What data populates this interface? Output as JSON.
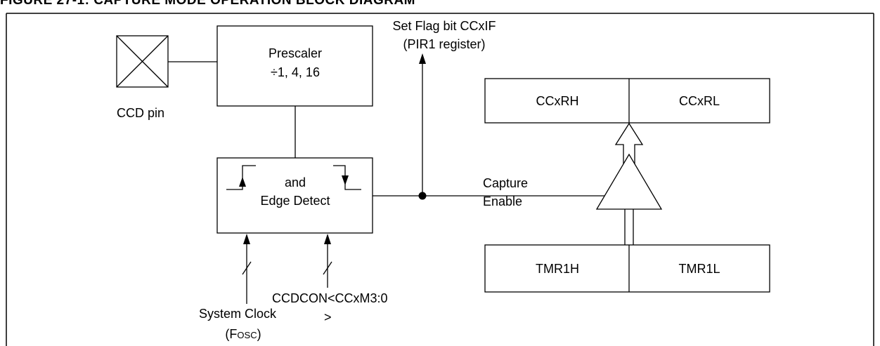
{
  "figure": {
    "title": "FIGURE 27-1:       CAPTURE MODE OPERATION BLOCK DIAGRAM"
  },
  "blocks": {
    "prescaler": {
      "line1": "Prescaler",
      "line2": "÷1, 4, 16"
    },
    "edge_detect": {
      "line1": "and",
      "line2": "Edge Detect"
    },
    "ccxrh": "CCxRH",
    "ccxrl": "CCxRL",
    "tmr1h": "TMR1H",
    "tmr1l": "TMR1L"
  },
  "labels": {
    "ccd_pin": "CCD pin",
    "flag_line1": "Set Flag bit CCxIF",
    "flag_line2": "(PIR1 register)",
    "capture": "Capture",
    "enable": "Enable",
    "system_clock": "System Clock",
    "fosc_paren_open": "(F",
    "fosc_sub": "OSC",
    "fosc_paren_close": ")",
    "ccdcon_line1": "CCDCON<CCxM3:0",
    "ccdcon_line2": ">"
  }
}
